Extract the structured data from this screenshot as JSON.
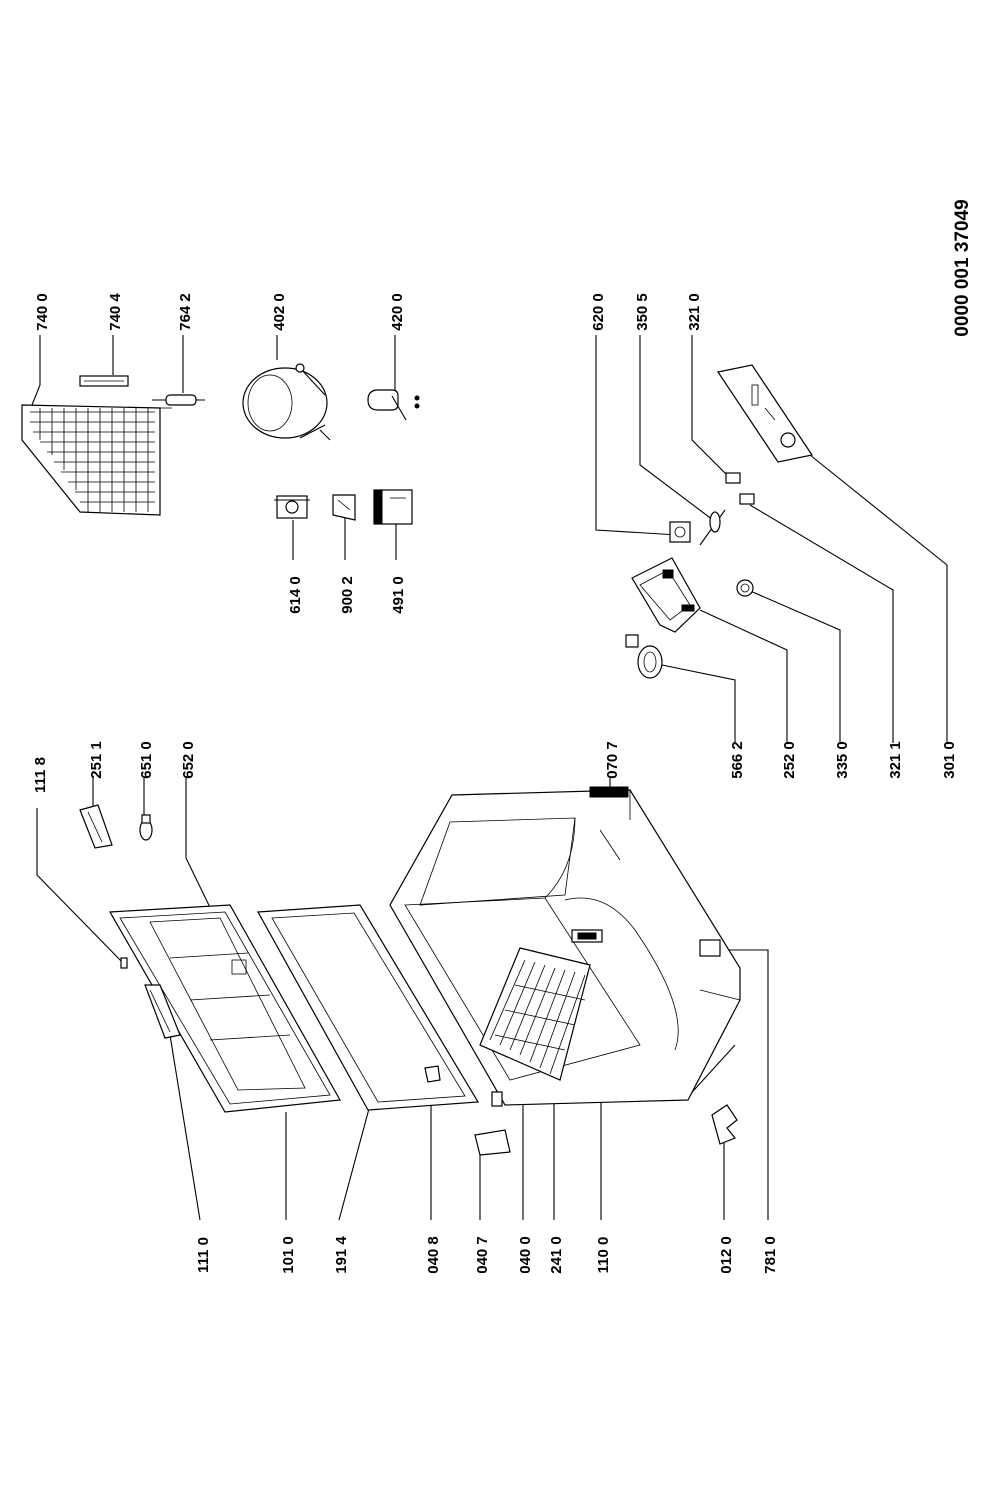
{
  "document_number": "0000 001 37049",
  "parts": [
    {
      "id": "p1110",
      "label": "111 0"
    },
    {
      "id": "p1010",
      "label": "101 0"
    },
    {
      "id": "p1914",
      "label": "191 4"
    },
    {
      "id": "p0408",
      "label": "040 8"
    },
    {
      "id": "p0407",
      "label": "040 7"
    },
    {
      "id": "p0400",
      "label": "040 0"
    },
    {
      "id": "p2410",
      "label": "241 0"
    },
    {
      "id": "p1100",
      "label": "110 0"
    },
    {
      "id": "p0120",
      "label": "012 0"
    },
    {
      "id": "p7810",
      "label": "781 0"
    },
    {
      "id": "p1118",
      "label": "111 8"
    },
    {
      "id": "p2511",
      "label": "251 1"
    },
    {
      "id": "p6510",
      "label": "651 0"
    },
    {
      "id": "p6520",
      "label": "652 0"
    },
    {
      "id": "p0707",
      "label": "070 7"
    },
    {
      "id": "p5662",
      "label": "566 2"
    },
    {
      "id": "p2520",
      "label": "252 0"
    },
    {
      "id": "p3350",
      "label": "335 0"
    },
    {
      "id": "p3211",
      "label": "321 1"
    },
    {
      "id": "p3010",
      "label": "301 0"
    },
    {
      "id": "p6140",
      "label": "614 0"
    },
    {
      "id": "p9002",
      "label": "900 2"
    },
    {
      "id": "p4910",
      "label": "491 0"
    },
    {
      "id": "p7400",
      "label": "740 0"
    },
    {
      "id": "p7404",
      "label": "740 4"
    },
    {
      "id": "p7642",
      "label": "764 2"
    },
    {
      "id": "p4020",
      "label": "402 0"
    },
    {
      "id": "p4200",
      "label": "420 0"
    },
    {
      "id": "p6200",
      "label": "620 0"
    },
    {
      "id": "p3505",
      "label": "350 5"
    },
    {
      "id": "p3210",
      "label": "321 0"
    }
  ]
}
